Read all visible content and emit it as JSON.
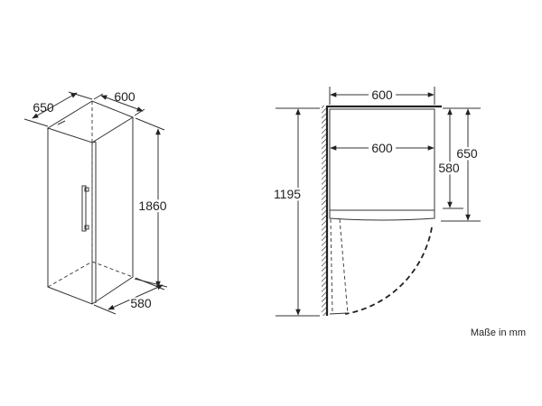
{
  "isometric_view": {
    "depth_label": "650",
    "width_label": "600",
    "height_label": "1860",
    "body_depth_label": "580"
  },
  "top_view": {
    "total_width_label": "600",
    "inner_width_label": "600",
    "door_open_depth_label": "1195",
    "body_depth_label": "580",
    "total_depth_label": "650"
  },
  "units_note": "Maße in mm"
}
